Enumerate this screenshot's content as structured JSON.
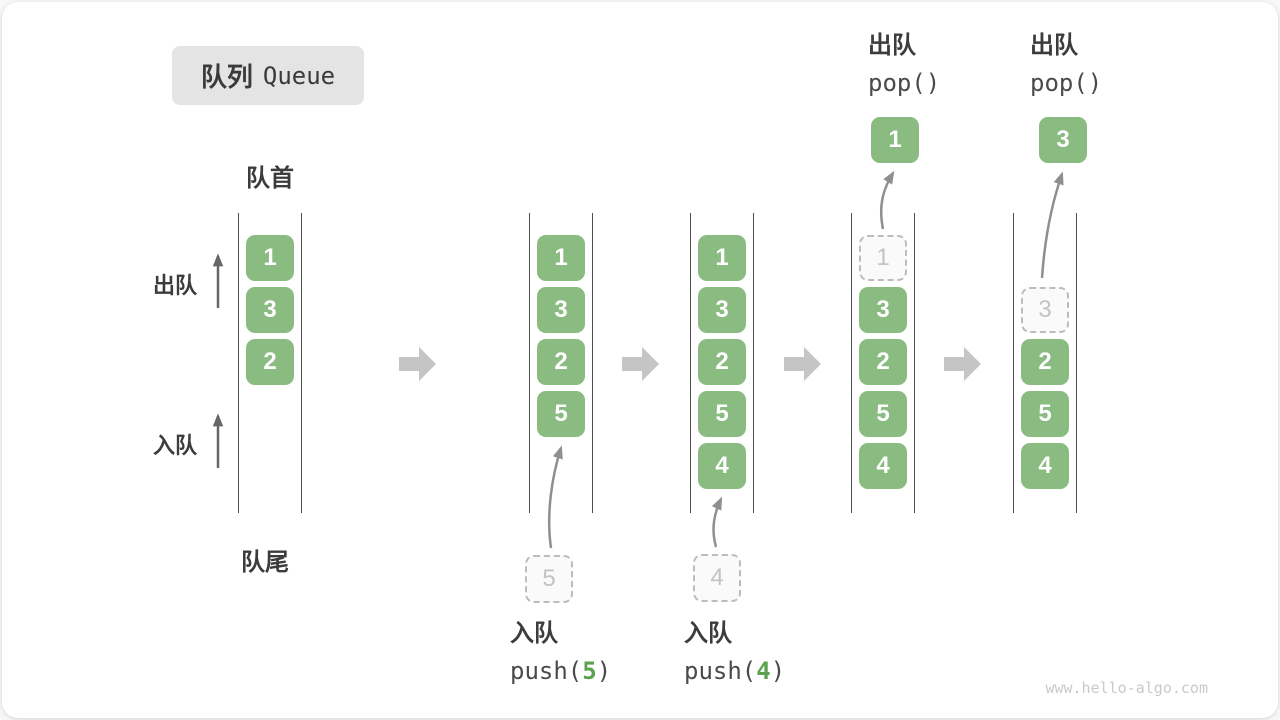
{
  "title": {
    "zh": "队列",
    "en": "Queue"
  },
  "labels": {
    "front": "队首",
    "rear": "队尾",
    "dequeue_side": "出队",
    "enqueue_side": "入队"
  },
  "queues": [
    {
      "cells": [
        "1",
        "3",
        "2"
      ]
    },
    {
      "cells": [
        "1",
        "3",
        "2",
        "5"
      ]
    },
    {
      "cells": [
        "1",
        "3",
        "2",
        "5",
        "4"
      ]
    },
    {
      "ghost": "1",
      "cells": [
        "3",
        "2",
        "5",
        "4"
      ],
      "popped": "1"
    },
    {
      "ghost": "3",
      "cells": [
        "2",
        "5",
        "4"
      ],
      "popped": "3"
    }
  ],
  "pending": [
    "5",
    "4"
  ],
  "push_ops": [
    {
      "label": "入队",
      "fn": "push(",
      "arg": "5",
      "close": ")"
    },
    {
      "label": "入队",
      "fn": "push(",
      "arg": "4",
      "close": ")"
    }
  ],
  "pop_ops": [
    {
      "label": "出队",
      "code": "pop()"
    },
    {
      "label": "出队",
      "code": "pop()"
    }
  ],
  "watermark": "www.hello-algo.com",
  "colors": {
    "cell_green": "#8abb80",
    "code_digit_green": "#5ba14f",
    "badge_bg": "#e4e4e4",
    "text_dark": "#3c3c3c",
    "ghost_border": "#bcbcbc",
    "ghost_text": "#c3c3c3",
    "wall_line": "#4f4f4f",
    "thin_arrow": "#8f8f8f",
    "side_arrow": "#666666",
    "block_arrow": "#c5c5c5",
    "watermark": "#c9c9c9"
  }
}
